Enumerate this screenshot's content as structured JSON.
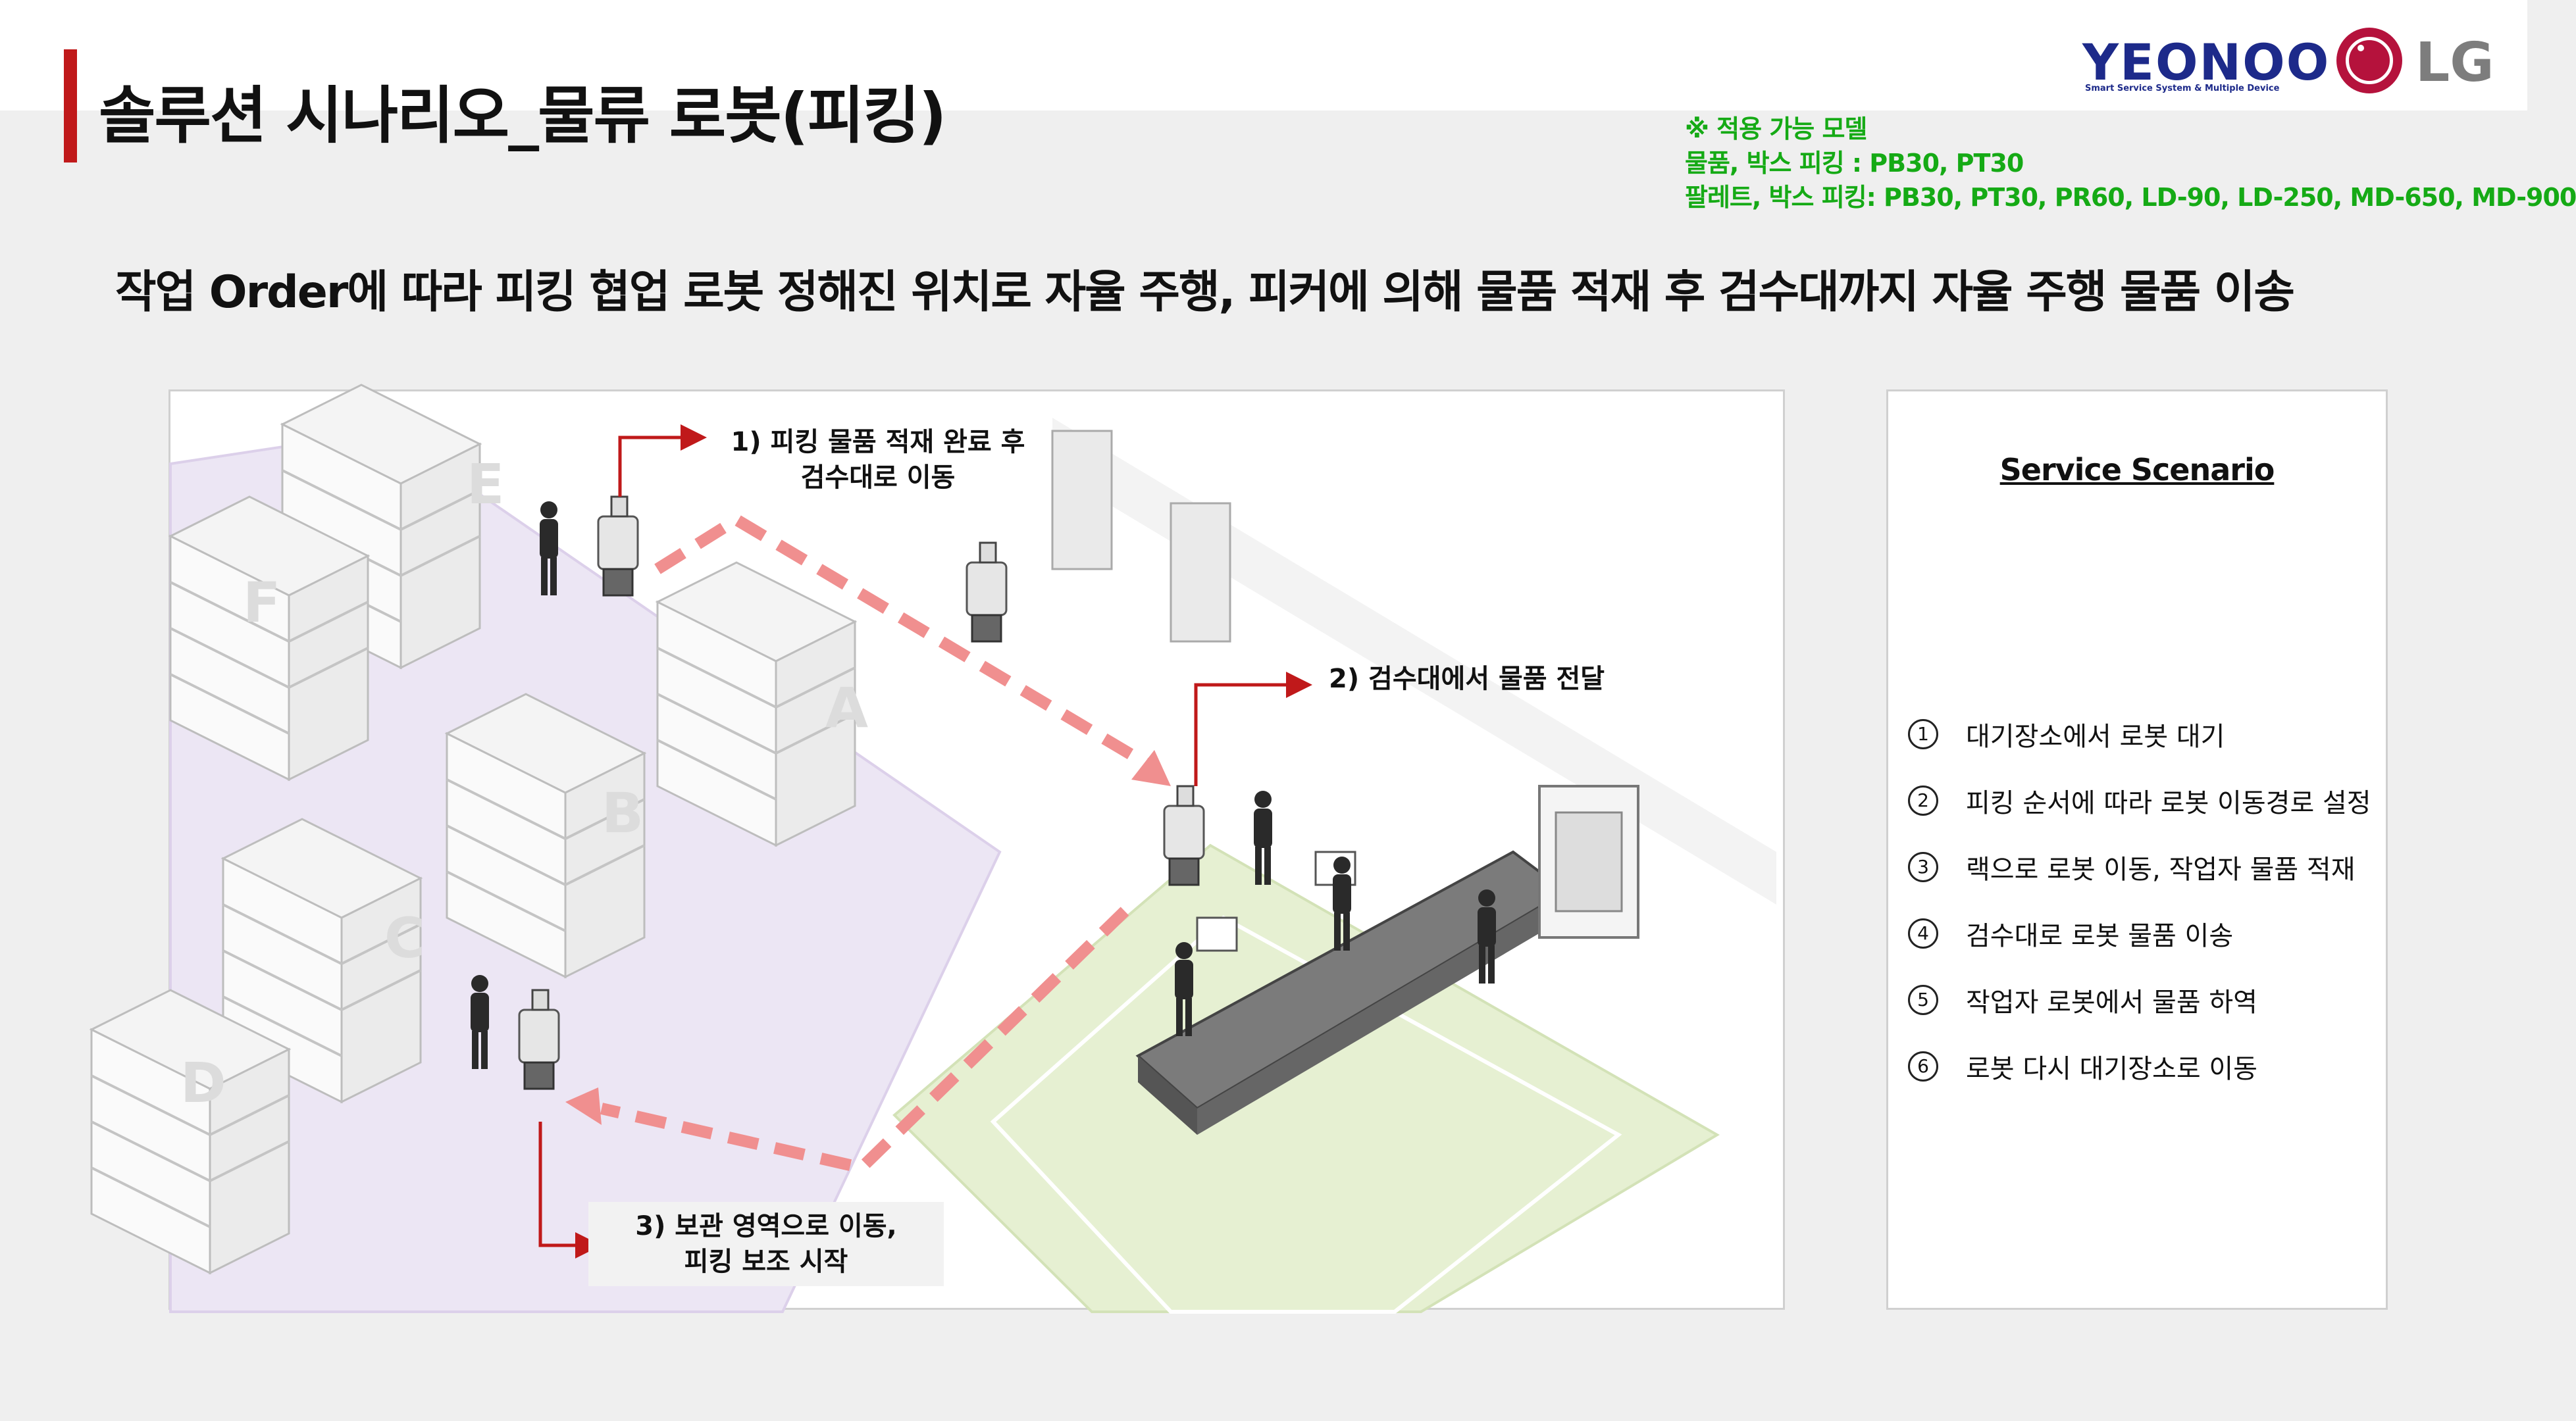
{
  "header": {
    "title": "솔루션 시나리오_물류 로봇(피킹)",
    "accent_color": "#c0191a"
  },
  "logos": {
    "yeonoo": "YEONOO",
    "yeonoo_tagline": "Smart Service System & Multiple Device",
    "lg": "LG",
    "yeonoo_color": "#1d2a8a",
    "lg_color": "#b5123c"
  },
  "models": {
    "heading": "※ 적용 가능 모델",
    "line1": "물품, 박스 피킹 : PB30, PT30",
    "line2": "팔레트, 박스 피킹:  PB30, PT30, PR60, LD-90, LD-250, MD-650, MD-900",
    "color": "#15aa15"
  },
  "subtitle": "작업 Order에 따라 피킹 협업 로봇 정해진 위치로 자율 주행, 피커에 의해 물품 적재 후 검수대까지 자율 주행 물품 이송",
  "illustration": {
    "callout1_line1": "1) 피킹 물품 적재 완료 후",
    "callout1_line2": "검수대로 이동",
    "callout2": "2) 검수대에서 물품 전달",
    "callout3_line1": "3) 보관 영역으로 이동,",
    "callout3_line2": "피킹 보조 시작",
    "rack_labels": [
      "E",
      "F",
      "A",
      "B",
      "C",
      "D"
    ],
    "path_color": "#f08f8f",
    "arrow_color": "#c0191a",
    "storage_zone_color": "#ece6f4",
    "inspection_zone_color": "#e6f0d2"
  },
  "scenario": {
    "title": "Service Scenario",
    "steps": [
      {
        "num": "1",
        "text": "대기장소에서 로봇 대기"
      },
      {
        "num": "2",
        "text": "피킹 순서에 따라 로봇 이동경로 설정"
      },
      {
        "num": "3",
        "text": "랙으로 로봇 이동, 작업자 물품 적재"
      },
      {
        "num": "4",
        "text": "검수대로 로봇 물품 이송"
      },
      {
        "num": "5",
        "text": "작업자 로봇에서 물품 하역"
      },
      {
        "num": "6",
        "text": "로봇 다시 대기장소로 이동"
      }
    ]
  }
}
